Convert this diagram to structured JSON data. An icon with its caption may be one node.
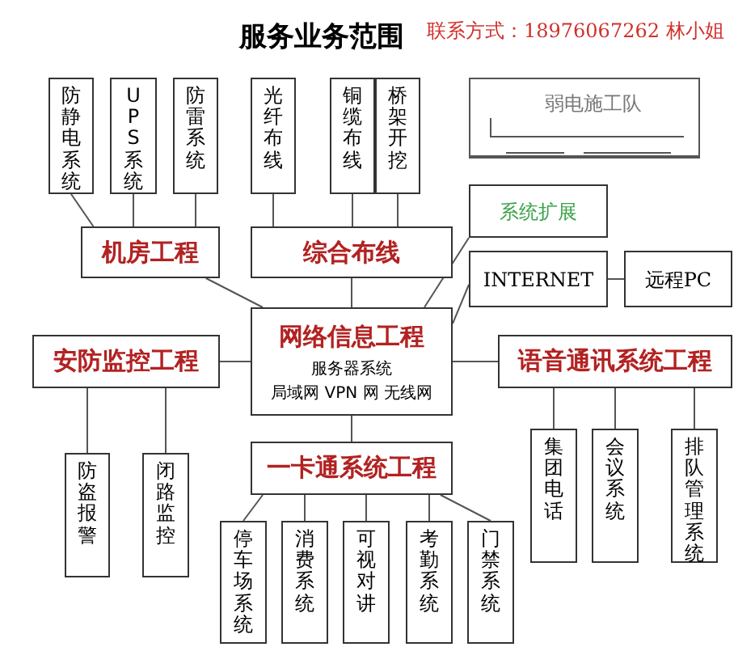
{
  "diagram": {
    "title": "服务业务范围",
    "nodes": [
      {
        "text": [
          "防静电系统"
        ]
      },
      {
        "text": [
          "UPS系统"
        ]
      },
      {
        "text": [
          "防雷系统"
        ]
      },
      {
        "text": [
          "光纤布线"
        ]
      },
      {
        "text": [
          "铜缆布线"
        ]
      },
      {
        "text": [
          "桥架开挖"
        ]
      },
      {
        "text": [
          "弱电施工队"
        ]
      },
      {
        "text": [
          "机房工程"
        ]
      },
      {
        "text": [
          "综合布线"
        ]
      },
      {
        "text": [
          "系统扩展"
        ]
      },
      {
        "text": [
          "INTERNET"
        ]
      },
      {
        "text": [
          "远程PC"
        ]
      },
      {
        "text": [
          "网络信息工程",
          "服务器系统",
          "局域网 VPN 网 无线网"
        ]
      },
      {
        "text": [
          "安防监控工程"
        ]
      },
      {
        "text": [
          "语音通讯系统工程"
        ]
      },
      {
        "text": [
          "一卡通系统工程"
        ]
      },
      {
        "text": [
          "防盗报警"
        ]
      },
      {
        "text": [
          "闭路监控"
        ]
      },
      {
        "text": [
          "集团电话"
        ]
      },
      {
        "text": [
          "会议系统"
        ]
      },
      {
        "text": [
          "排队管理系统"
        ]
      },
      {
        "text": [
          "停车场系统"
        ]
      },
      {
        "text": [
          "消费系统"
        ]
      },
      {
        "text": [
          "可视对讲"
        ]
      },
      {
        "text": [
          "考勤系统"
        ]
      },
      {
        "text": [
          "门禁系统"
        ]
      }
    ],
    "edges": [
      {
        "from": 0,
        "to": 7,
        "arrow": "none"
      },
      {
        "from": 1,
        "to": 7,
        "arrow": "none"
      },
      {
        "from": 2,
        "to": 7,
        "arrow": "none"
      },
      {
        "from": 3,
        "to": 8,
        "arrow": "none"
      },
      {
        "from": 4,
        "to": 8,
        "arrow": "none"
      },
      {
        "from": 5,
        "to": 8,
        "arrow": "none"
      },
      {
        "from": 7,
        "to": 12,
        "arrow": "none"
      },
      {
        "from": 8,
        "to": 12,
        "arrow": "none"
      },
      {
        "from": 9,
        "to": 12,
        "arrow": "none"
      },
      {
        "from": 10,
        "to": 12,
        "arrow": "none"
      },
      {
        "from": 10,
        "to": 11,
        "arrow": "none"
      },
      {
        "from": 13,
        "to": 12,
        "arrow": "none"
      },
      {
        "from": 12,
        "to": 14,
        "arrow": "none"
      },
      {
        "from": 12,
        "to": 15,
        "arrow": "none"
      },
      {
        "from": 13,
        "to": 16,
        "arrow": "none"
      },
      {
        "from": 13,
        "to": 17,
        "arrow": "none"
      },
      {
        "from": 14,
        "to": 18,
        "arrow": "none"
      },
      {
        "from": 14,
        "to": 19,
        "arrow": "none"
      },
      {
        "from": 14,
        "to": 20,
        "arrow": "none"
      },
      {
        "from": 15,
        "to": 21,
        "arrow": "none"
      },
      {
        "from": 15,
        "to": 22,
        "arrow": "none"
      },
      {
        "from": 15,
        "to": 23,
        "arrow": "none"
      },
      {
        "from": 15,
        "to": 24,
        "arrow": "none"
      },
      {
        "from": 15,
        "to": 25,
        "arrow": "none"
      }
    ],
    "labels": [
      "联系方式：18976067262 林小姐"
    ]
  }
}
